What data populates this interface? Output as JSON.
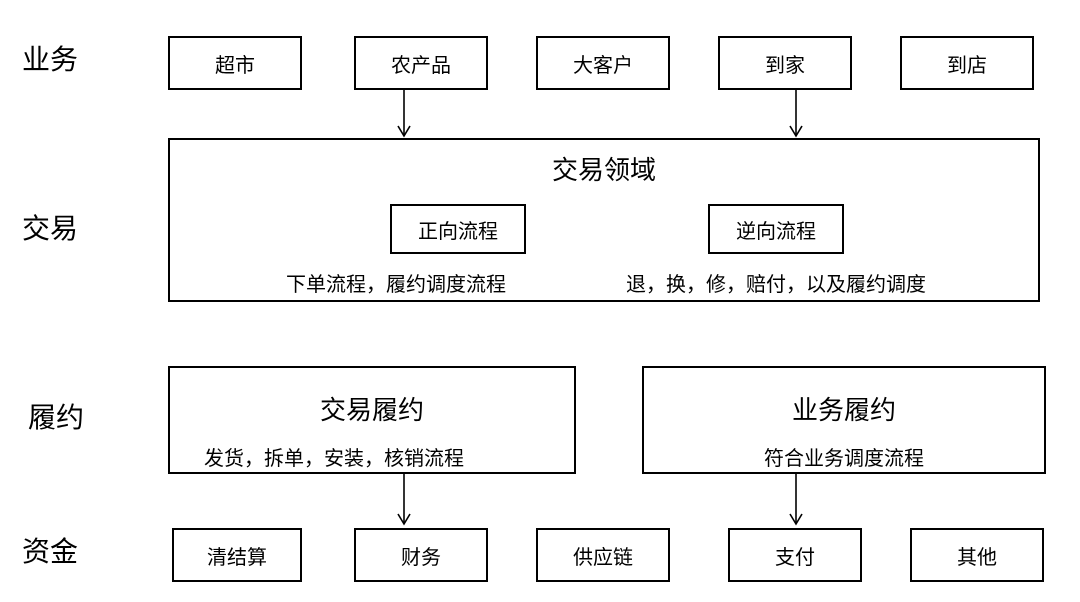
{
  "rows": {
    "business": "业务",
    "trade": "交易",
    "fulfillment": "履约",
    "funds": "资金"
  },
  "business_boxes": [
    "超市",
    "农产品",
    "大客户",
    "到家",
    "到店"
  ],
  "trade_domain": {
    "title": "交易领域",
    "forward": {
      "label": "正向流程",
      "desc": "下单流程，履约调度流程"
    },
    "reverse": {
      "label": "逆向流程",
      "desc": "退，换，修，赔付，以及履约调度"
    }
  },
  "fulfillment": {
    "trade": {
      "title": "交易履约",
      "desc": "发货，拆单，安装，核销流程"
    },
    "business": {
      "title": "业务履约",
      "desc": "符合业务调度流程"
    }
  },
  "funds_boxes": [
    "清结算",
    "财务",
    "供应链",
    "支付",
    "其他"
  ]
}
